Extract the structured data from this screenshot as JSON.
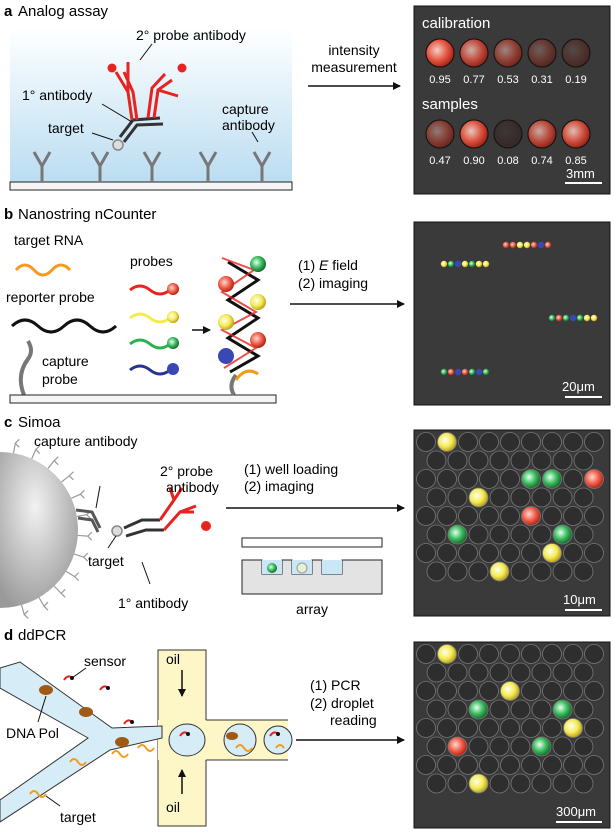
{
  "panel_a": {
    "letter": "a",
    "title": "Analog assay",
    "labels": {
      "probe": "2° probe antibody",
      "primary": "1° antibody",
      "target": "target",
      "capture_1": "capture",
      "capture_2": "antibody"
    },
    "arrow_1": "intensity",
    "arrow_2": "measurement",
    "calibration_title": "calibration",
    "calibration_values": [
      "0.95",
      "0.77",
      "0.53",
      "0.31",
      "0.19"
    ],
    "samples_title": "samples",
    "sample_values": [
      "0.47",
      "0.90",
      "0.08",
      "0.74",
      "0.85"
    ],
    "scale": "3mm"
  },
  "panel_b": {
    "letter": "b",
    "title": "Nanostring nCounter",
    "labels": {
      "target_rna": "target RNA",
      "reporter": "reporter probe",
      "probes": "probes",
      "capture_1": "capture",
      "capture_2": "probe"
    },
    "step_1_prefix": "(1) ",
    "step_1_italic": "E",
    "step_1_suffix": " field",
    "step_2": "(2) imaging",
    "scale": "20μm"
  },
  "panel_c": {
    "letter": "c",
    "title": "Simoa",
    "labels": {
      "capture": "capture antibody",
      "probe_1": "2° probe",
      "probe_2": "antibody",
      "target": "target",
      "primary": "1° antibody"
    },
    "step_1": "(1) well loading",
    "step_2": "(2) imaging",
    "array_label": "array",
    "scale": "10μm"
  },
  "panel_d": {
    "letter": "d",
    "title": "ddPCR",
    "labels": {
      "sensor": "sensor",
      "polymerase": "DNA Pol",
      "target": "target",
      "oil_top": "oil",
      "oil_bottom": "oil"
    },
    "step_1": "(1) PCR",
    "step_2": "(2) droplet",
    "step_3": "reading",
    "scale": "300μm"
  },
  "colors": {
    "red": "#e8231f",
    "yellow": "#f5ec4a",
    "green": "#2bb24c",
    "blue": "#26348f",
    "orange": "#f59a1d",
    "dark_panel": "#3a3a3a",
    "light_blue": "#d6ecf7",
    "light_yellow": "#fdf6c6"
  }
}
